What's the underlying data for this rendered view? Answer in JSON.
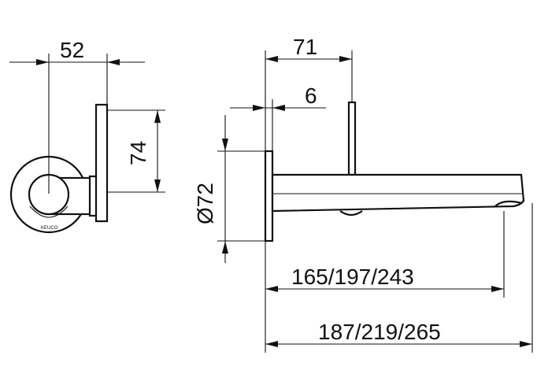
{
  "diagram": {
    "brand_mark": "KEUCO",
    "dimensions": {
      "front_width": "52",
      "front_height": "74",
      "side_projection": "71",
      "plate_thickness": "6",
      "rosette_diameter": "Ø72",
      "spout_length": "165/197/243",
      "overall_length": "187/219/265"
    }
  },
  "colors": {
    "line": "#111111",
    "background": "#ffffff"
  }
}
